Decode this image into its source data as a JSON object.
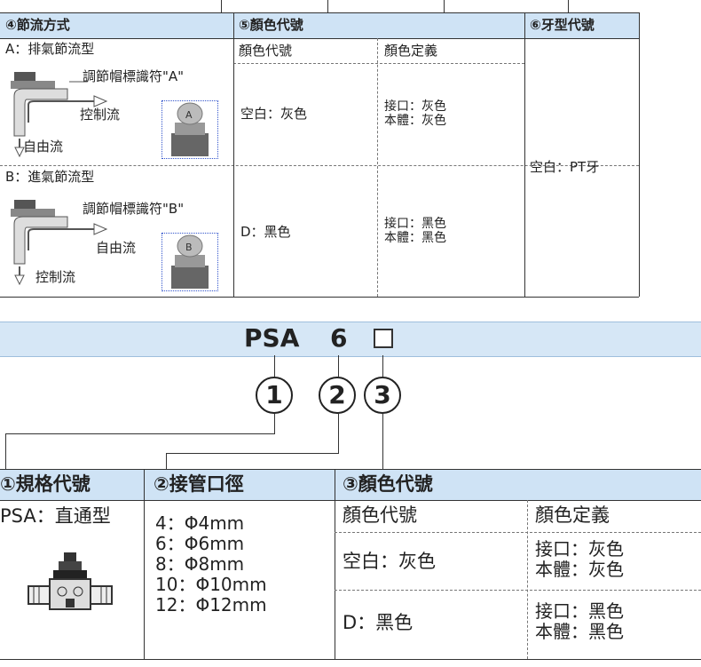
{
  "top_table": {
    "headers": {
      "col4": "④節流方式",
      "col5": "⑤顏色代號",
      "col6": "⑥牙型代號"
    },
    "subheaders": {
      "code": "顏色代號",
      "definition": "顏色定義"
    },
    "exhaust": {
      "title": "A：排氣節流型",
      "cap_label": "調節帽標識符\"A\"",
      "controlled_flow": "控制流",
      "free_flow": "自由流",
      "cap_letter": "A"
    },
    "intake": {
      "title": "B：進氣節流型",
      "cap_label": "調節帽標識符\"B\"",
      "free_flow": "自由流",
      "controlled_flow": "控制流",
      "cap_letter": "B"
    },
    "rows": [
      {
        "code": "空白：灰色",
        "def_line1": "接口：灰色",
        "def_line2": "本體：灰色"
      },
      {
        "code": "D：黑色",
        "def_line1": "接口：黑色",
        "def_line2": "本體：黑色"
      }
    ],
    "thread": "空白：PT牙"
  },
  "model_banner": {
    "model": "PSA",
    "size": "6",
    "placeholder": "□",
    "markers": [
      "1",
      "2",
      "3"
    ]
  },
  "bottom_table": {
    "headers": {
      "spec": "①規格代號",
      "tube": "②接管口徑",
      "color": "③顏色代號"
    },
    "spec_value": "PSA：直通型",
    "tube_sizes": [
      "4：Φ4mm",
      "6：Φ6mm",
      "8：Φ8mm",
      "10：Φ10mm",
      "12：Φ12mm"
    ],
    "color_subheaders": {
      "code": "顏色代號",
      "definition": "顏色定義"
    },
    "color_rows": [
      {
        "code": "空白：灰色",
        "def_line1": "接口：灰色",
        "def_line2": "本體：灰色"
      },
      {
        "code": "D：黑色",
        "def_line1": "接口：黑色",
        "def_line2": "本體：黑色"
      }
    ]
  },
  "colors": {
    "header_bg": "#cfe3f5",
    "banner_bg": "#d6e7f6",
    "line": "#333333"
  }
}
